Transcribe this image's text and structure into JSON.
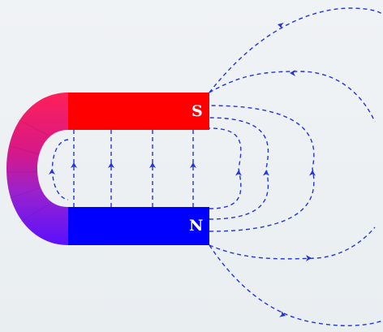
{
  "magnet": {
    "north_label": "N",
    "south_label": "S"
  },
  "colors": {
    "south_pole": "#ff0000",
    "north_pole": "#0000ff",
    "bend_top": "#ff2060",
    "bend_mid": "#9a22cc",
    "bend_bottom": "#5a10ff",
    "field_line": "#2233dd",
    "background": "#eef2f4"
  },
  "icons": {
    "field_arrow": "arrowhead"
  }
}
